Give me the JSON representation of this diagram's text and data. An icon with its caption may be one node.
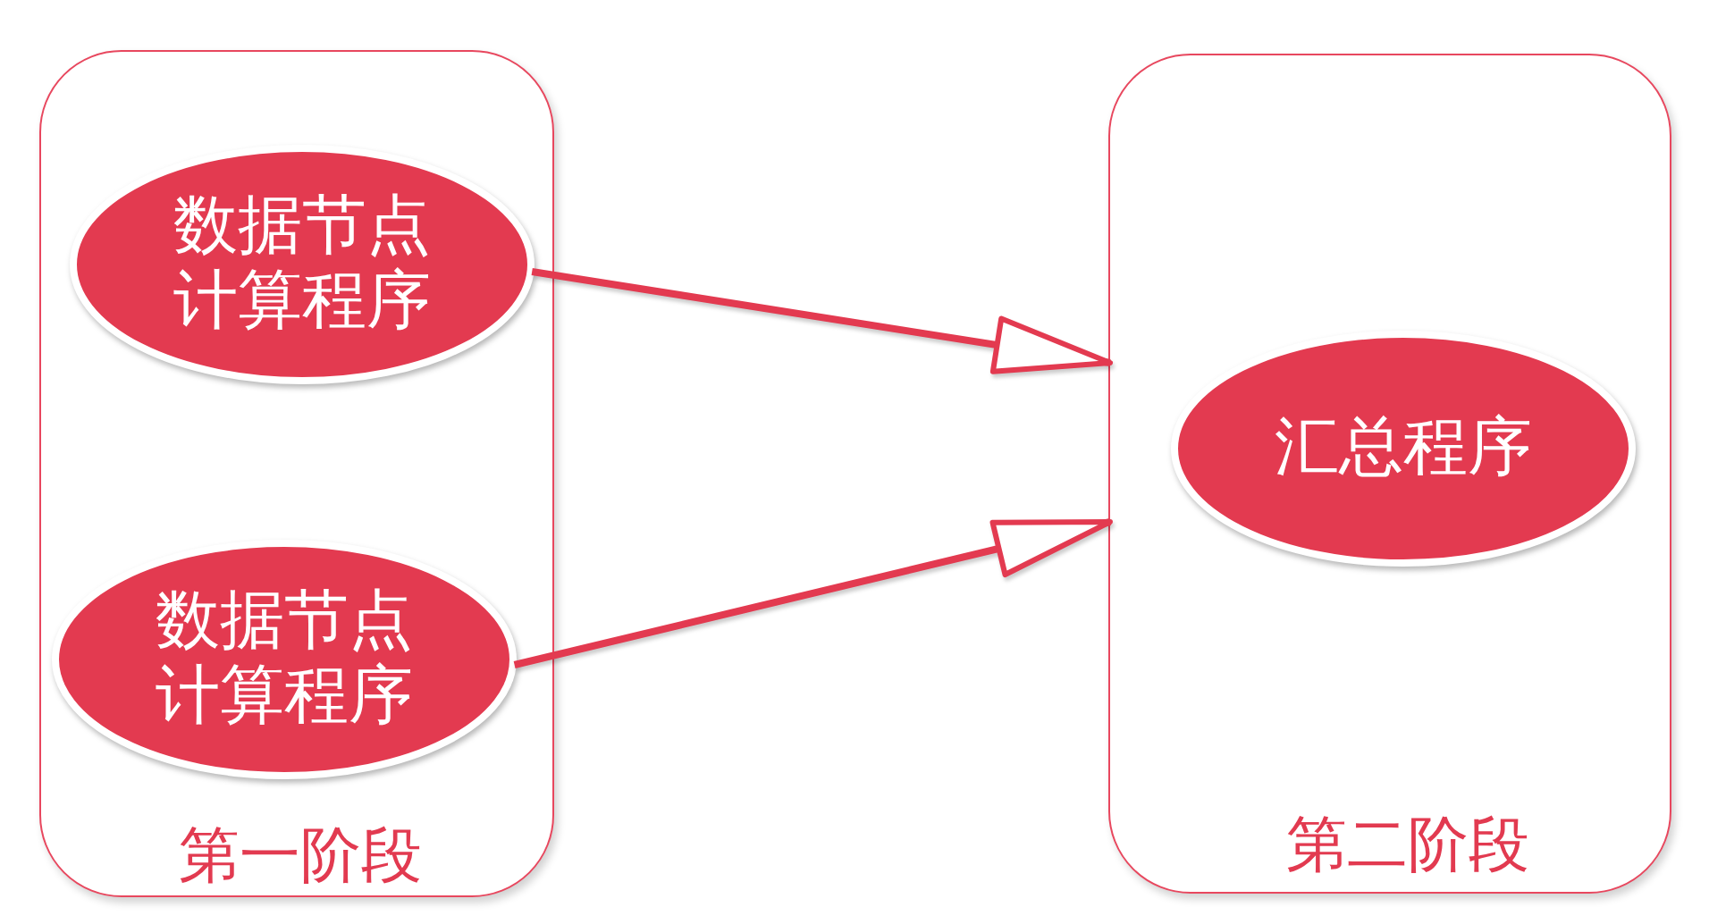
{
  "diagram": {
    "nodes": [
      {
        "text": [
          "第一阶段"
        ]
      },
      {
        "text": [
          "数据节点计算程序"
        ],
        "in": 0
      },
      {
        "text": [
          "数据节点计算程序"
        ],
        "in": 0
      },
      {
        "text": [
          "第二阶段"
        ]
      },
      {
        "text": [
          "汇总程序"
        ],
        "in": 3
      }
    ],
    "edges": [
      {
        "from": 1,
        "to": 3,
        "arrow": "to"
      },
      {
        "from": 2,
        "to": 3,
        "arrow": "to"
      }
    ]
  }
}
